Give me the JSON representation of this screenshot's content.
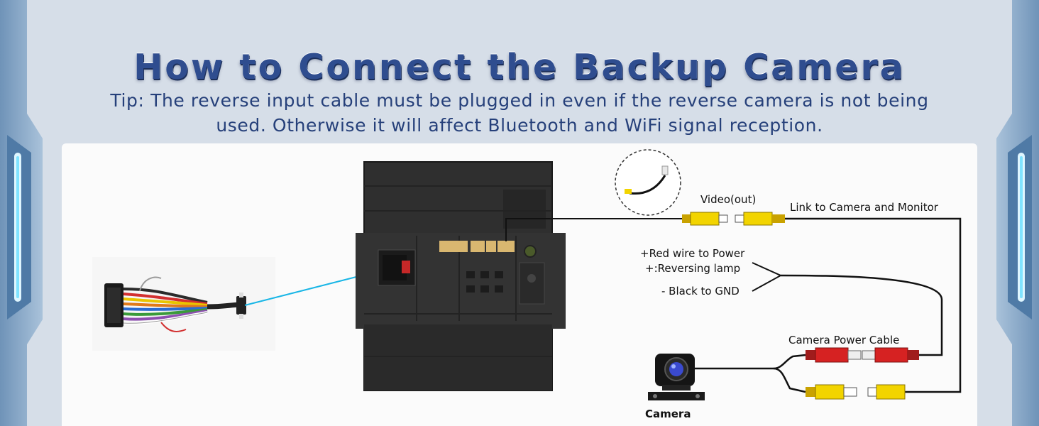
{
  "header": {
    "title": "How to Connect the Backup Camera",
    "tip": "Tip: The reverse input cable must be plugged in even if the reverse camera is not being used. Otherwise it will affect Bluetooth and WiFi signal reception."
  },
  "diagram": {
    "labels": {
      "video_out": "Video(out)",
      "link": "Link to Camera and Monitor",
      "red_wire": "+Red wire to Power",
      "reversing_lamp": "+:Reversing lamp",
      "black_wire": "- Black to GND",
      "power_cable": "Camera Power Cable",
      "camera": "Camera"
    },
    "colors": {
      "accent_line": "#19b6e6",
      "rca_yellow": "#f2d400",
      "rca_red": "#d62222",
      "title_blue": "#2f4d8f"
    }
  }
}
